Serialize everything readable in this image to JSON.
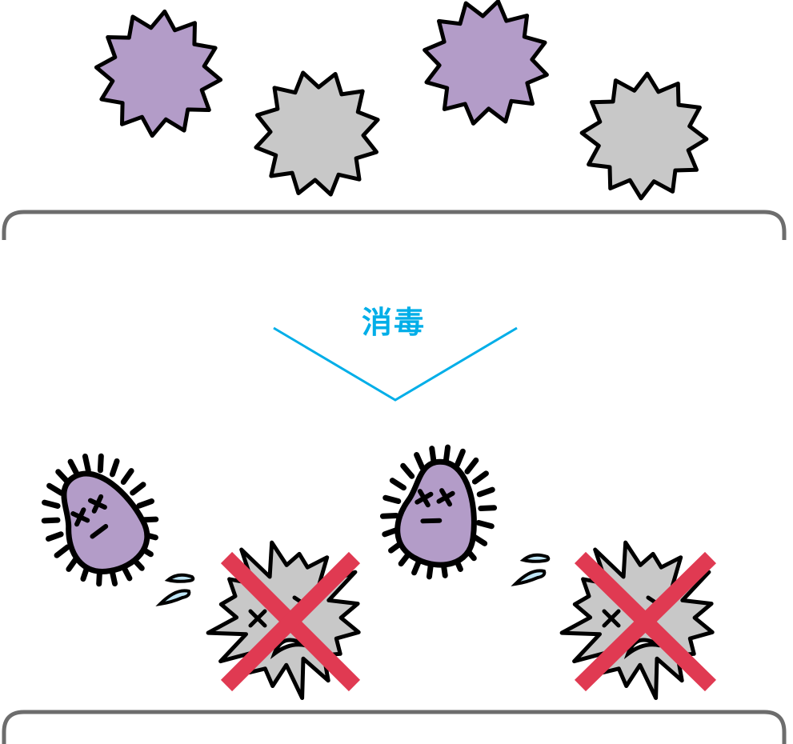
{
  "label": "消毒",
  "colors": {
    "purple": "#b39cc8",
    "gray": "#c8c8c8",
    "outline": "#000000",
    "bracket": "#6d6d6d",
    "accent": "#00aee8",
    "cross": "#e03a52",
    "drop": "#bfe6f7"
  },
  "before": {
    "germs": [
      "purple",
      "gray",
      "purple",
      "gray"
    ]
  },
  "after": {
    "bacteria_dead": 2,
    "viruses_crossed_out": 2
  }
}
